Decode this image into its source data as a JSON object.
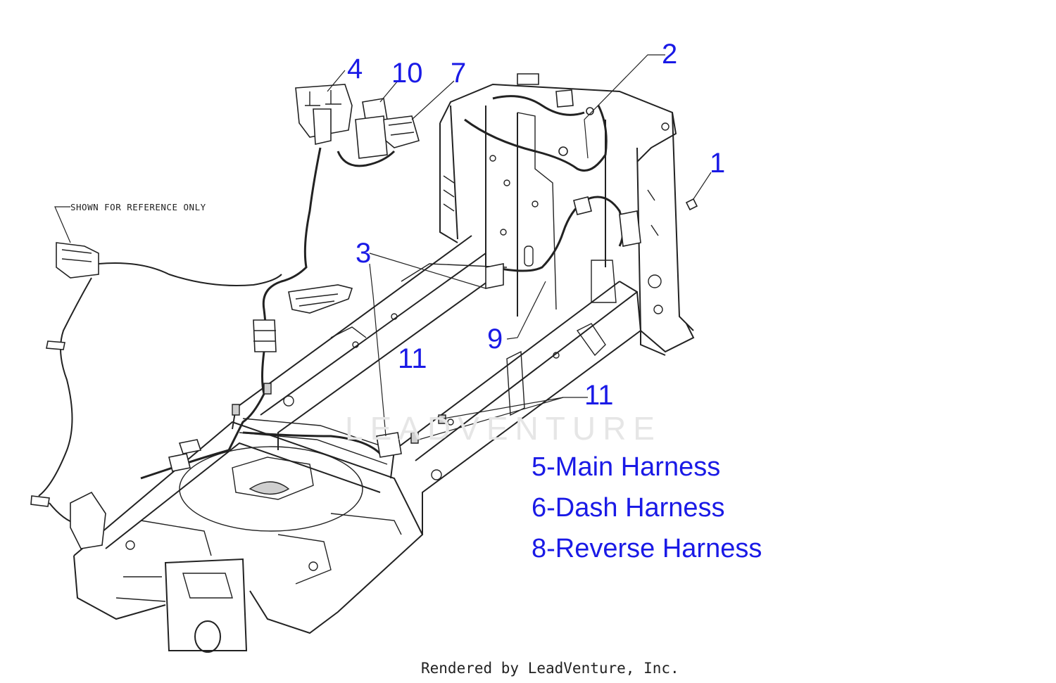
{
  "diagram": {
    "reference_note": "SHOWN FOR REFERENCE ONLY",
    "watermark": "LEADVENTURE",
    "footer": "Rendered by LeadVenture, Inc.",
    "callout_color": "#1a1ae6",
    "callouts": [
      {
        "label": "1"
      },
      {
        "label": "2"
      },
      {
        "label": "3"
      },
      {
        "label": "4"
      },
      {
        "label": "7"
      },
      {
        "label": "9"
      },
      {
        "label": "10"
      },
      {
        "label": "11"
      },
      {
        "label": "11"
      }
    ],
    "legend": [
      {
        "number": "5",
        "text": "-Main Harness"
      },
      {
        "number": "6",
        "text": "-Dash Harness"
      },
      {
        "number": "8",
        "text": "-Reverse Harness"
      }
    ]
  }
}
